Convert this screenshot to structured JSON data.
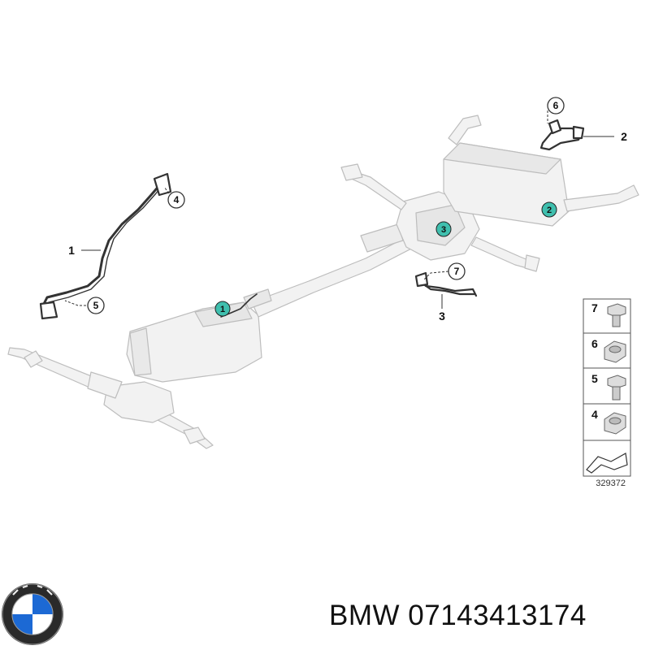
{
  "diagram": {
    "callouts": [
      {
        "id": "callout-1",
        "label": "1"
      },
      {
        "id": "callout-2",
        "label": "2"
      },
      {
        "id": "callout-3",
        "label": "3"
      },
      {
        "id": "callout-4",
        "label": "4"
      },
      {
        "id": "callout-5",
        "label": "5"
      },
      {
        "id": "callout-6",
        "label": "6"
      },
      {
        "id": "callout-7",
        "label": "7"
      }
    ],
    "highlights": [
      {
        "id": "hl-1",
        "label": "1"
      },
      {
        "id": "hl-2",
        "label": "2"
      },
      {
        "id": "hl-3",
        "label": "3"
      }
    ],
    "hardware_legend": [
      {
        "label": "7",
        "icon": "bolt-icon"
      },
      {
        "label": "6",
        "icon": "nut-icon"
      },
      {
        "label": "5",
        "icon": "bolt-icon"
      },
      {
        "label": "4",
        "icon": "nut-icon"
      }
    ],
    "diagram_id": "329372",
    "highlight_color": "#3fbfae"
  },
  "footer": {
    "brand_logo": "bmw-logo-icon",
    "part_label": "BMW 07143413174"
  }
}
